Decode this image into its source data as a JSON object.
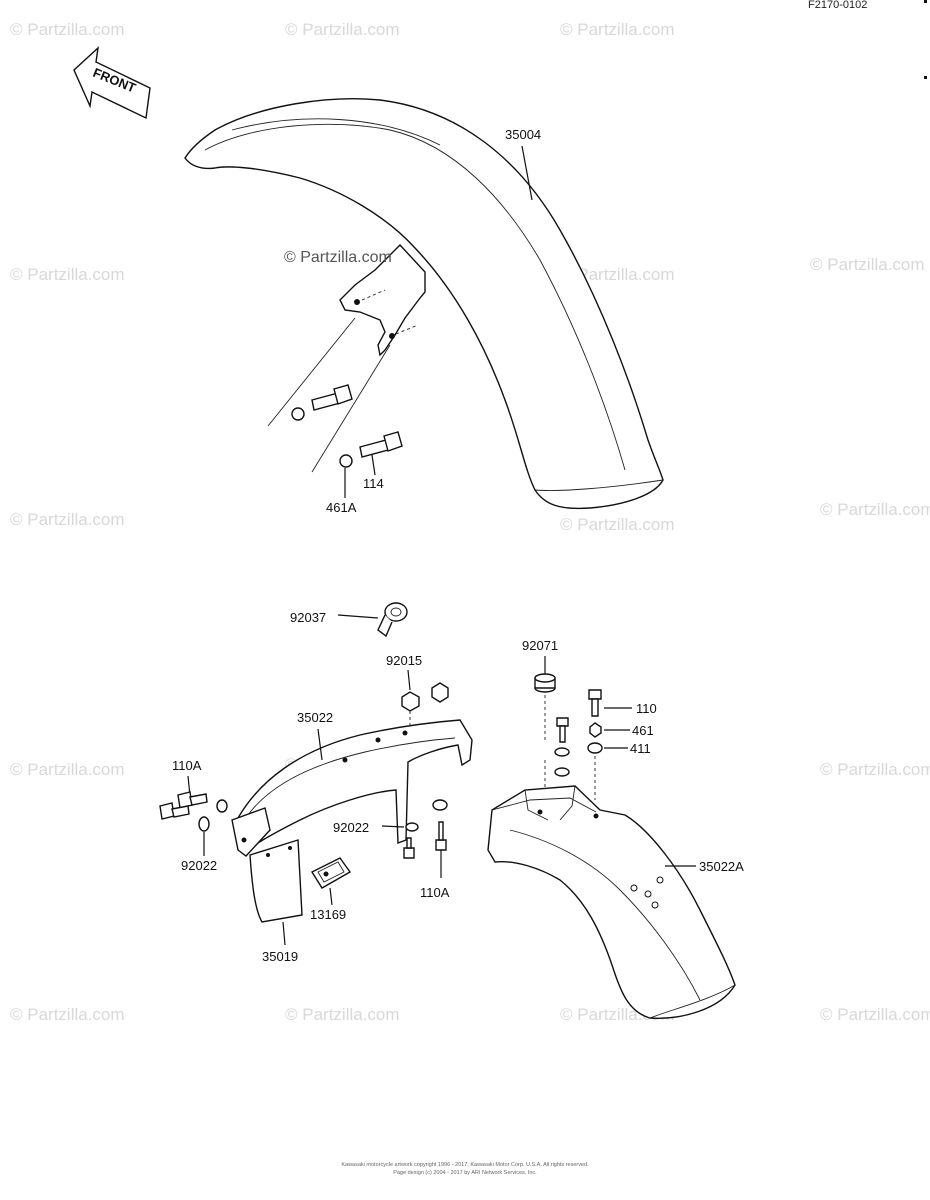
{
  "diagram_code": "F2170-0102",
  "front_label": "FRONT",
  "center_watermark": "© Partzilla.com",
  "watermark_text": "© Partzilla.com",
  "parts": {
    "p35004": "35004",
    "p114": "114",
    "p461A": "461A",
    "p92037": "92037",
    "p92015": "92015",
    "p35022": "35022",
    "p110A_top": "110A",
    "p92022_left": "92022",
    "p35019": "35019",
    "p13169": "13169",
    "p92022_mid": "92022",
    "p110A_bottom": "110A",
    "p92071": "92071",
    "p110": "110",
    "p461": "461",
    "p411": "411",
    "p35022A": "35022A"
  },
  "footer": {
    "line1": "Kawasaki motorcycle artwork copyright 1996 - 2017, Kawasaki Motor Corp. U.S.A. All rights reserved.",
    "line2": "Page design (c) 2004 - 2017 by ARI Network Services, Inc."
  }
}
